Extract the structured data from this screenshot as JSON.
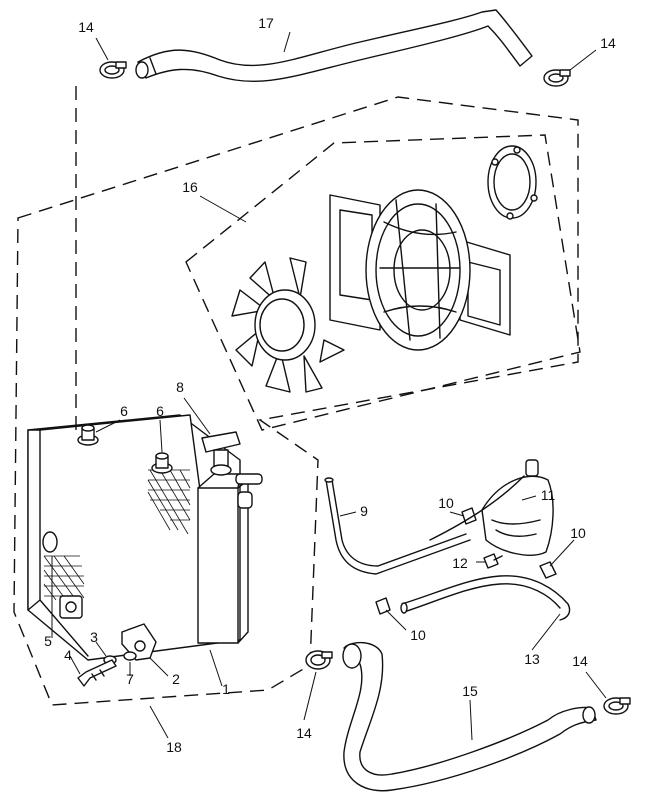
{
  "diagram": {
    "callouts": {
      "c1": "1",
      "c2": "2",
      "c3": "3",
      "c4": "4",
      "c5": "5",
      "c6a": "6",
      "c6b": "6",
      "c7": "7",
      "c8": "8",
      "c9": "9",
      "c10a": "10",
      "c10b": "10",
      "c10c": "10",
      "c11": "11",
      "c12": "12",
      "c13": "13",
      "c14a": "14",
      "c14b": "14",
      "c14c": "14",
      "c14d": "14",
      "c15": "15",
      "c16": "16",
      "c17": "17",
      "c18": "18"
    }
  }
}
